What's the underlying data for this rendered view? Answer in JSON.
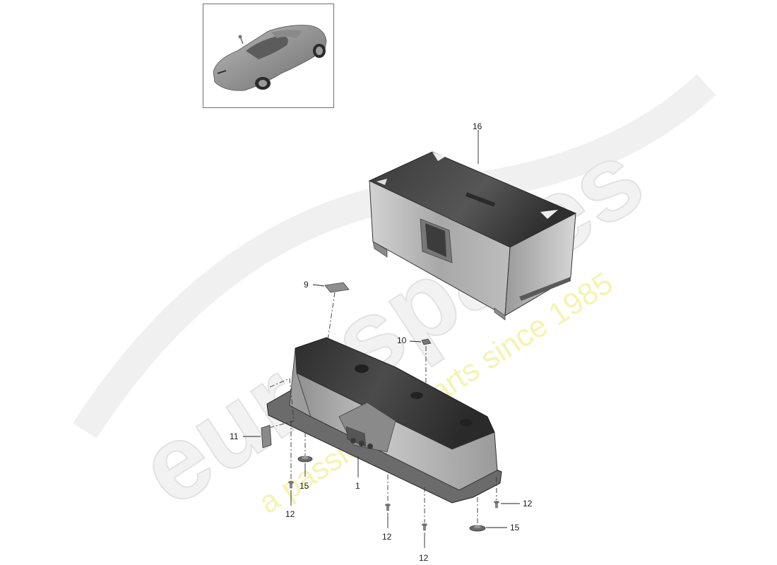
{
  "watermark": {
    "brand": "eurospares",
    "tagline": "a passion for parts since 1985",
    "brand_color": "#e6e6e6",
    "tagline_color": "#f2ee96"
  },
  "thumbnail": {
    "icon": "sports-car-icon"
  },
  "parts": {
    "p1": "1",
    "p9": "9",
    "p10": "10",
    "p11": "11",
    "p12a": "12",
    "p12b": "12",
    "p12c": "12",
    "p12d": "12",
    "p15a": "15",
    "p15b": "15",
    "p16": "16"
  },
  "colors": {
    "cover_dark": "#4a4a4a",
    "cover_side": "#bcbcbc",
    "tray_dark": "#3c3c3c",
    "tray_light": "#a9a9a9"
  }
}
